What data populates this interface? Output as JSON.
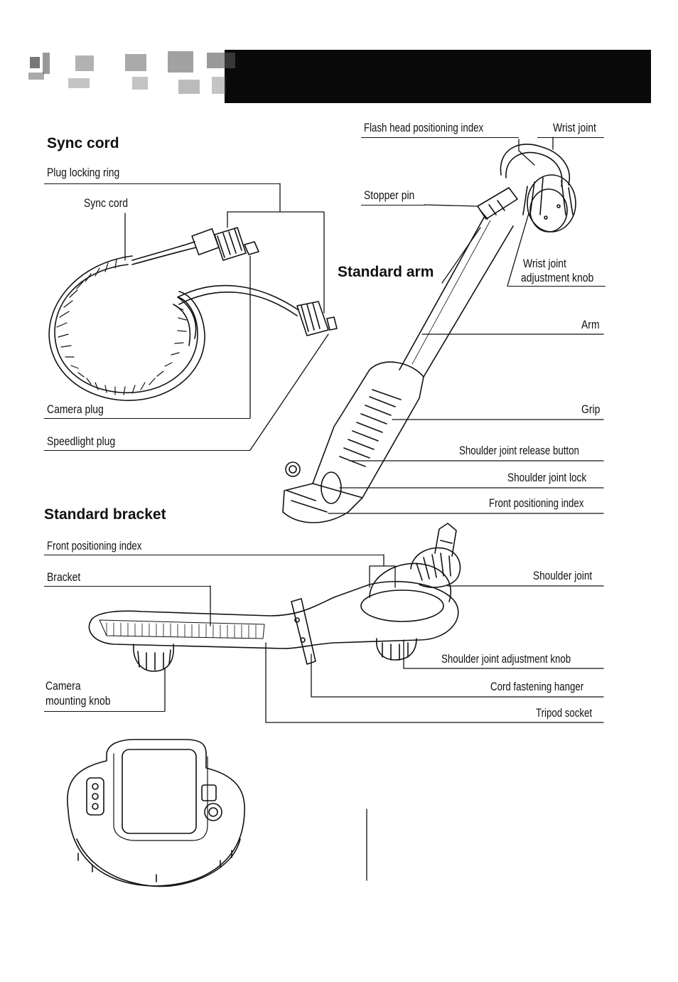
{
  "sections": {
    "sync_cord": "Sync cord",
    "standard_arm": "Standard arm",
    "standard_bracket": "Standard bracket"
  },
  "labels": {
    "plug_locking_ring": "Plug locking ring",
    "sync_cord_part": "Sync cord",
    "camera_plug": "Camera plug",
    "speedlight_plug": "Speedlight plug",
    "flash_head_positioning_index": "Flash head positioning index",
    "wrist_joint": "Wrist joint",
    "stopper_pin": "Stopper pin",
    "wrist_joint_adjustment_knob_1": "Wrist joint",
    "wrist_joint_adjustment_knob_2": "adjustment knob",
    "arm": "Arm",
    "grip": "Grip",
    "shoulder_joint_release_button": "Shoulder joint release button",
    "shoulder_joint_lock": "Shoulder joint lock",
    "front_positioning_index_arm": "Front positioning index",
    "front_positioning_index_bracket": "Front positioning index",
    "bracket": "Bracket",
    "shoulder_joint": "Shoulder joint",
    "shoulder_joint_adjustment_knob": "Shoulder joint  adjustment knob",
    "cord_fastening_hanger": "Cord fastening hanger",
    "camera_mounting_knob_1": "Camera",
    "camera_mounting_knob_2": "mounting  knob",
    "tripod_socket": "Tripod socket"
  }
}
